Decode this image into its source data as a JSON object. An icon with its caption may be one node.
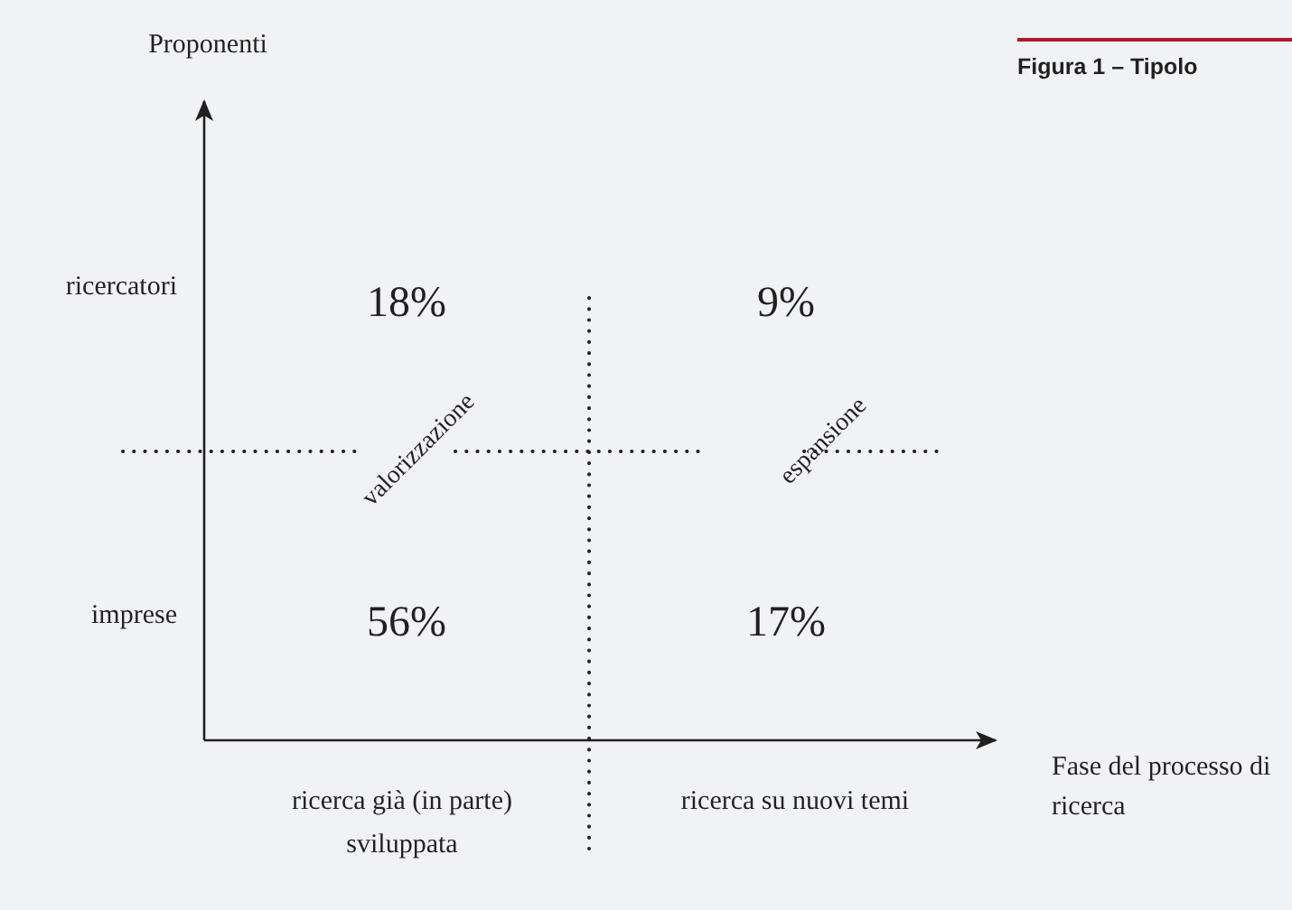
{
  "diagram": {
    "title": "Figura 1 – Tipolo",
    "labels": [
      "Proponenti",
      "ricercatori",
      "18%",
      "9%",
      "valorizzazione",
      "espansione",
      "imprese",
      "56%",
      "17%",
      "Fase del processo di ricerca",
      "ricerca già (in parte) sviluppata",
      "ricerca su nuovi temi"
    ]
  }
}
